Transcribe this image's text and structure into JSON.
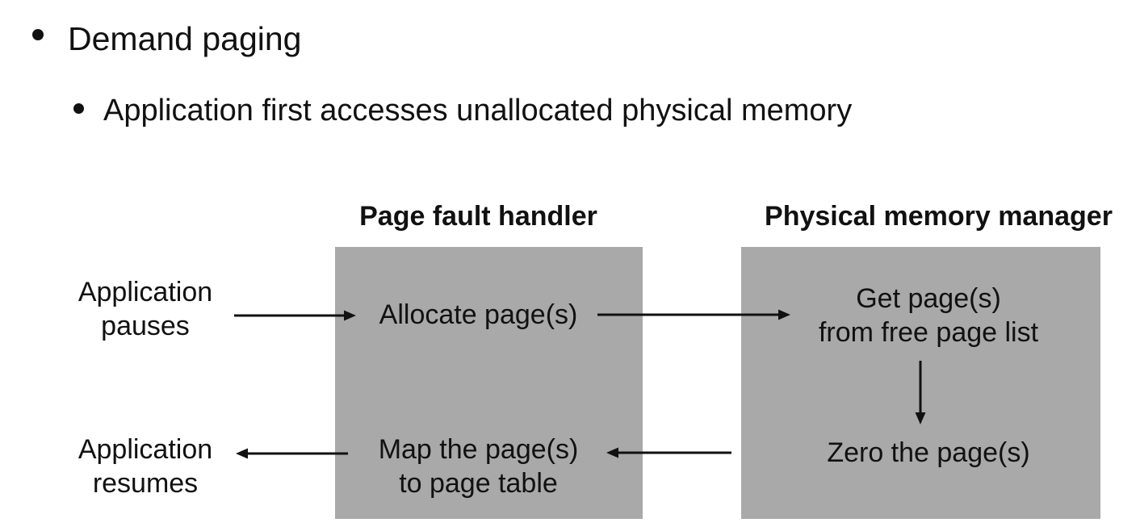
{
  "page": {
    "background": "#ffffff",
    "text_color": "#111111"
  },
  "bullets": [
    {
      "level": 1,
      "text": "Demand paging"
    },
    {
      "level": 2,
      "text": "Application first accesses unallocated physical memory"
    }
  ],
  "diagram": {
    "box_color": "#a9a9a9",
    "arrow_color": "#111111",
    "page_fault_handler": {
      "header": "Page fault handler",
      "allocate_label": "Allocate page(s)",
      "map_line1": "Map the page(s)",
      "map_line2": "to page table"
    },
    "physical_memory_manager": {
      "header": "Physical memory manager",
      "get_line1": "Get page(s)",
      "get_line2": "from free page list",
      "zero_label": "Zero the page(s)"
    },
    "side_labels": {
      "pauses_line1": "Application",
      "pauses_line2": "pauses",
      "resumes_line1": "Application",
      "resumes_line2": "resumes"
    },
    "arrows": [
      {
        "name": "arrow-pauses-to-allocate",
        "direction": "right"
      },
      {
        "name": "arrow-allocate-to-get",
        "direction": "right"
      },
      {
        "name": "arrow-get-to-zero",
        "direction": "down"
      },
      {
        "name": "arrow-zero-to-map",
        "direction": "left"
      },
      {
        "name": "arrow-map-to-resumes",
        "direction": "left"
      }
    ]
  }
}
